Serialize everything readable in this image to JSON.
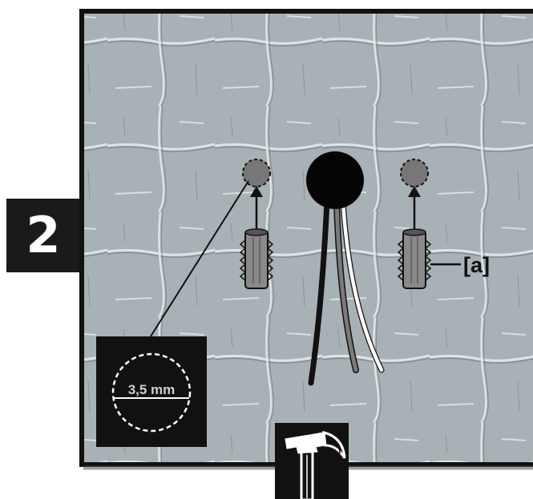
{
  "step": {
    "number": "2"
  },
  "annotations": {
    "drill_diameter": "3,5 mm",
    "callout_a": "[a]"
  },
  "tools": {
    "hammer": "hammer-icon"
  },
  "parts": {
    "wall_plug": "wall-plug-icon",
    "drill_hole": "drill-hole-icon",
    "cable_outlet": "cable-outlet-icon"
  },
  "cables": [
    {
      "name": "black-cable",
      "color": "#111111"
    },
    {
      "name": "grey-cable",
      "color": "#7a7a7a"
    },
    {
      "name": "white-cable",
      "color": "#ffffff"
    }
  ],
  "colors": {
    "wall": "#a9b2b6",
    "frame": "#111111",
    "hole_fill": "#7a7a7a"
  }
}
